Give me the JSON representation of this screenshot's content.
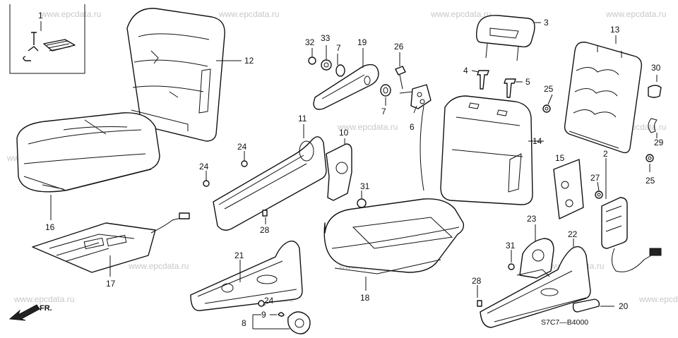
{
  "diagram_code": "S7C7—B4000",
  "watermark": "www.epcdata.ru",
  "front_indicator": "FR.",
  "inset_callout": "1",
  "callouts": {
    "c1": "1",
    "c2": "2",
    "c3": "3",
    "c4": "4",
    "c5": "5",
    "c6": "6",
    "c7a": "7",
    "c7b": "7",
    "c8": "8",
    "c9": "9",
    "c10": "10",
    "c11": "11",
    "c12": "12",
    "c13": "13",
    "c14": "14",
    "c15": "15",
    "c16": "16",
    "c17": "17",
    "c18": "18",
    "c19": "19",
    "c20": "20",
    "c21": "21",
    "c22": "22",
    "c23": "23",
    "c24a": "24",
    "c24b": "24",
    "c24c": "24",
    "c25a": "25",
    "c25b": "25",
    "c26": "26",
    "c27": "27",
    "c28a": "28",
    "c28b": "28",
    "c29": "29",
    "c30": "30",
    "c31a": "31",
    "c31b": "31",
    "c32": "32",
    "c33": "33"
  }
}
